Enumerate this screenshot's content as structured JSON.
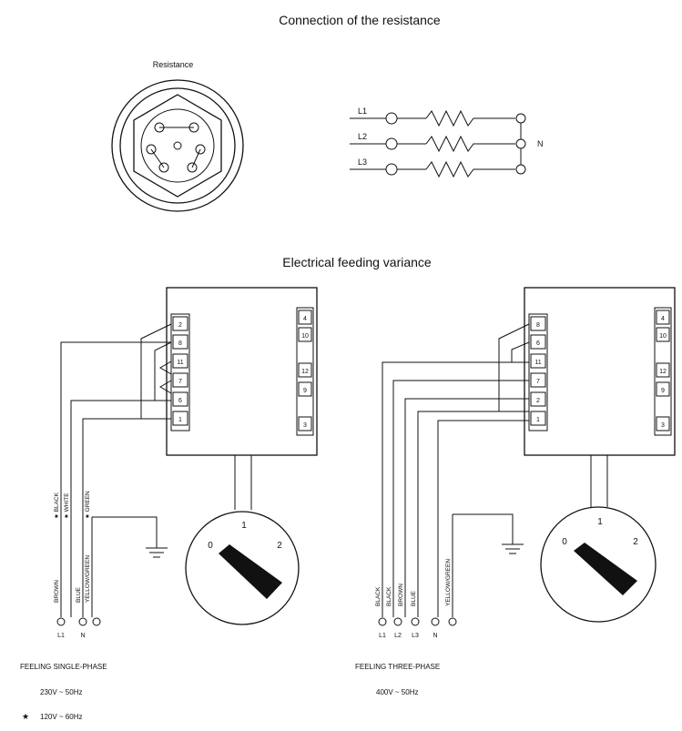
{
  "top": {
    "title": "Connection of the resistance",
    "resistance_label": "Resistance",
    "lines": [
      "L1",
      "L2",
      "L3"
    ],
    "neutral": "N"
  },
  "middle": {
    "title": "Electrical feeding variance"
  },
  "single_phase": {
    "terminals_left": [
      "2",
      "8",
      "11",
      "7",
      "6",
      "1"
    ],
    "terminals_right": [
      "4",
      "10",
      "12",
      "9",
      "3"
    ],
    "wires": [
      "★ BLACK",
      "★ WHITE",
      "★ GREEN",
      "BROWN",
      "BLUE",
      "YELLOW/GREEN"
    ],
    "bottom_labels": [
      "L1",
      "N"
    ],
    "dial": [
      "0",
      "1",
      "2"
    ],
    "caption": "FEELING SINGLE-PHASE",
    "spec1": "230V ~ 50Hz",
    "spec2_star": "★",
    "spec2": "120V ~ 60Hz"
  },
  "three_phase": {
    "terminals_left": [
      "8",
      "6",
      "11",
      "7",
      "2",
      "1"
    ],
    "terminals_right": [
      "4",
      "10",
      "12",
      "9",
      "3"
    ],
    "wires": [
      "BLACK",
      "BLACK",
      "BROWN",
      "BLUE",
      "YELLOW/GREEN"
    ],
    "bottom_labels": [
      "L1",
      "L2",
      "L3",
      "N"
    ],
    "dial": [
      "0",
      "1",
      "2"
    ],
    "caption": "FEELING THREE-PHASE",
    "spec": "400V ~ 50Hz"
  }
}
